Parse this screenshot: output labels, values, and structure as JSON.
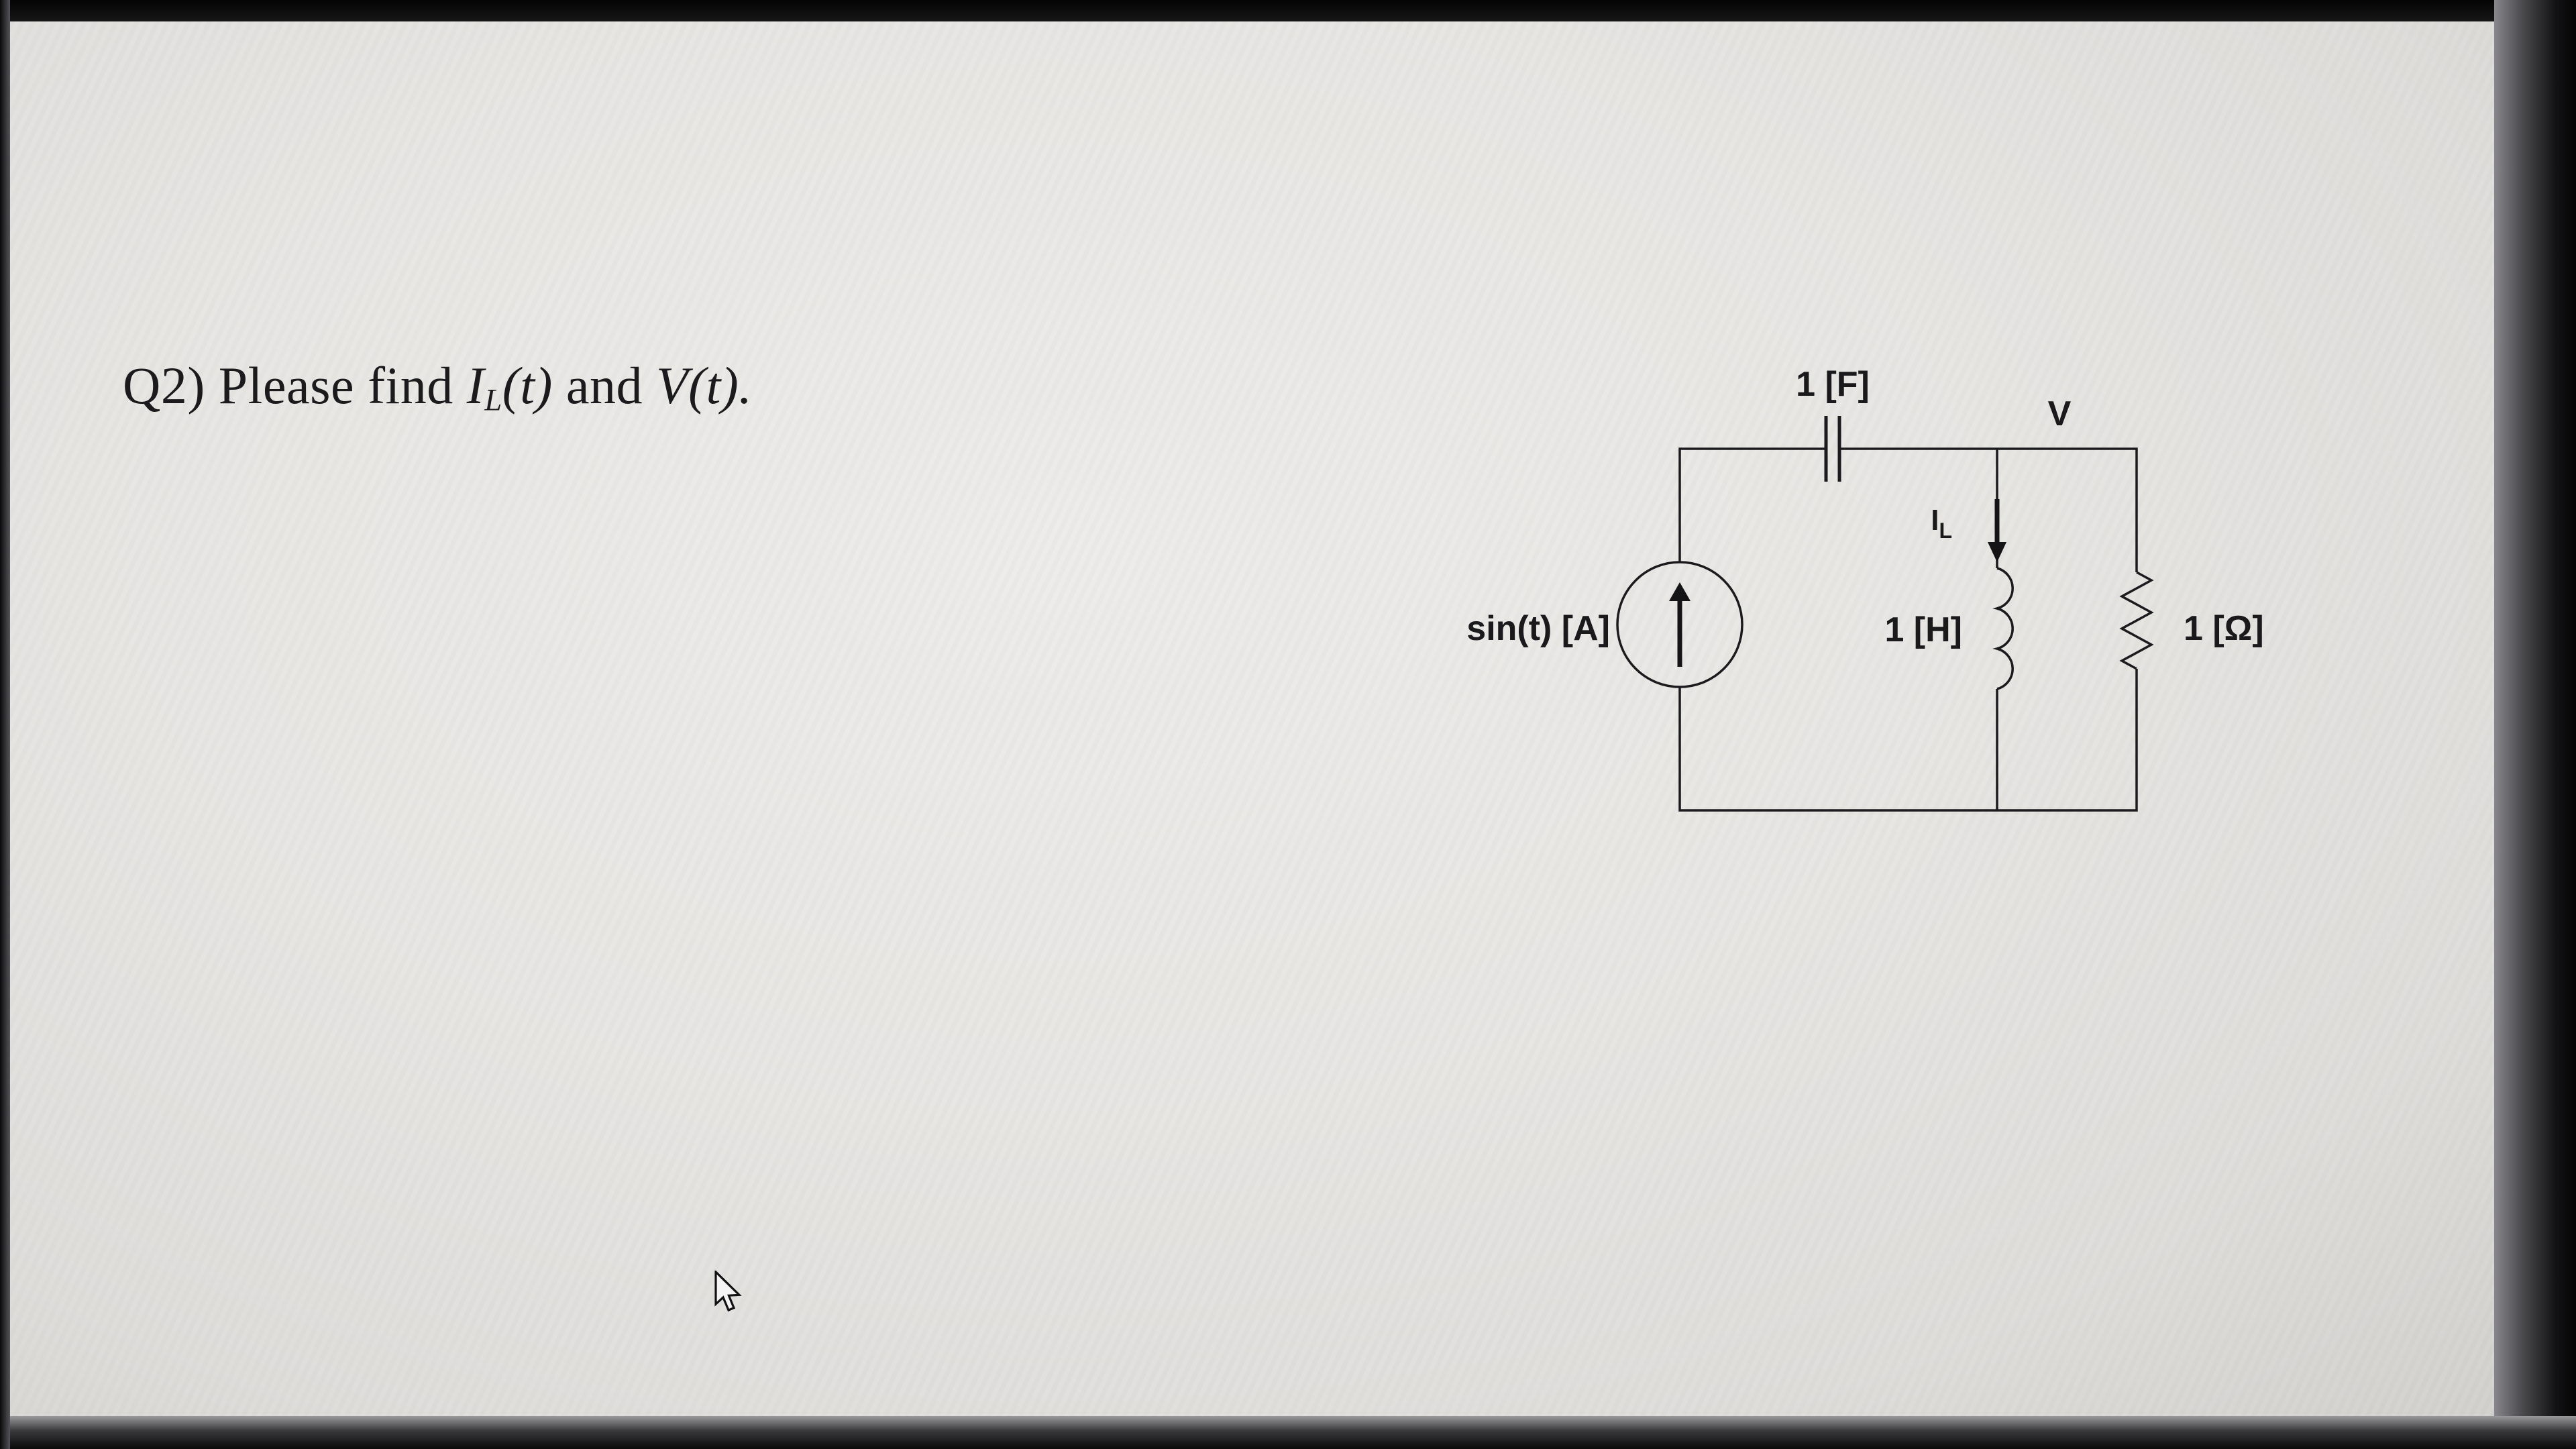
{
  "question": {
    "prefix": "Q2) Please find ",
    "il_symbol": "I",
    "il_sub": "L",
    "il_args": "(t)",
    "conjunction": " and ",
    "v_symbol": "V",
    "v_args": "(t)."
  },
  "circuit": {
    "source_label": "sin(t) [A]",
    "capacitor_label": "1 [F]",
    "voltage_label": "V",
    "inductor_current_symbol": "I",
    "inductor_current_sub": "L",
    "inductor_label": "1 [H]",
    "resistor_label": "1 [Ω]",
    "ink_color": "#1b1b1d",
    "background_color": "#e7e6e3"
  }
}
